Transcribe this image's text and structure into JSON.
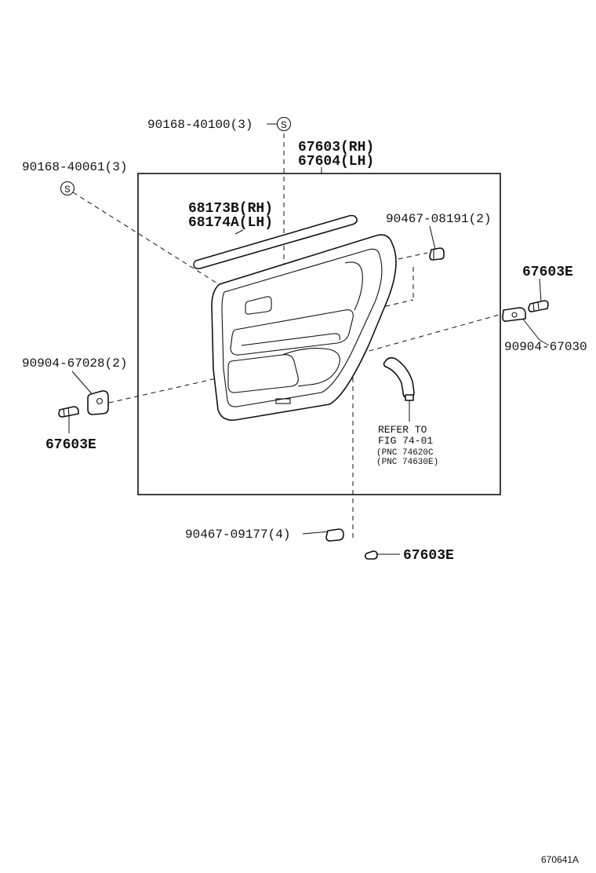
{
  "labels": {
    "screw_upper_s": "90168-40100(3)",
    "panel_rh": "67603(RH)",
    "panel_lh": "67604(LH)",
    "screw_left_s": "90168-40061(3)",
    "weatherstrip_rh": "68173B(RH)",
    "weatherstrip_lh": "68174A(LH)",
    "clip_upper_right": "90467-08191(2)",
    "bracket_right_part": "67603E",
    "bracket_right": "90904-67030",
    "bracket_left": "90904-67028(2)",
    "bracket_left_part": "67603E",
    "clip_lower": "90467-09177(4)",
    "lower_part": "67603E",
    "refer_line1": "REFER TO",
    "refer_line2": "FIG 74-01",
    "refer_line3": "(PNC 74620C",
    "refer_line4": "(PNC 74630E)",
    "symbol_s": "S",
    "figure_id": "670641A"
  }
}
